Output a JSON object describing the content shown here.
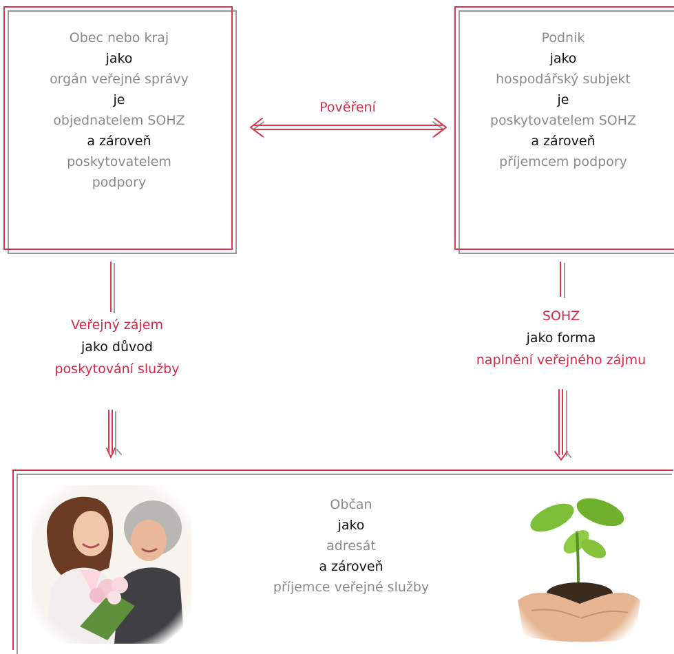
{
  "left_box": {
    "lines": [
      {
        "text": "Obec nebo kraj",
        "tone": "g"
      },
      {
        "text": "jako",
        "tone": "k"
      },
      {
        "text": "orgán veřejné správy",
        "tone": "g"
      },
      {
        "text": "je",
        "tone": "k"
      },
      {
        "text": "objednatelem SOHZ",
        "tone": "g"
      },
      {
        "text": "a zároveň",
        "tone": "k"
      },
      {
        "text": "poskytovatelem",
        "tone": "g"
      },
      {
        "text": "podpory",
        "tone": "g"
      }
    ]
  },
  "right_box": {
    "lines": [
      {
        "text": "Podnik",
        "tone": "g"
      },
      {
        "text": "jako",
        "tone": "k"
      },
      {
        "text": "hospodářský subjekt",
        "tone": "g"
      },
      {
        "text": "je",
        "tone": "k"
      },
      {
        "text": "poskytovatelem SOHZ",
        "tone": "g"
      },
      {
        "text": "a zároveň",
        "tone": "k"
      },
      {
        "text": "příjemcem podpory",
        "tone": "g"
      }
    ]
  },
  "middle_arrow_label": "Pověření",
  "left_label": {
    "lines": [
      {
        "text": "Veřejný zájem",
        "tone": "r"
      },
      {
        "text": "jako důvod",
        "tone": "k"
      },
      {
        "text": "poskytování služby",
        "tone": "r"
      }
    ]
  },
  "right_label": {
    "lines": [
      {
        "text": "SOHZ",
        "tone": "r"
      },
      {
        "text": "jako forma",
        "tone": "k"
      },
      {
        "text": "naplnění veřejného zájmu",
        "tone": "r"
      }
    ]
  },
  "bottom_box": {
    "lines": [
      {
        "text": "Občan",
        "tone": "g"
      },
      {
        "text": "jako",
        "tone": "k"
      },
      {
        "text": "adresát",
        "tone": "g"
      },
      {
        "text": "a zároveň",
        "tone": "k"
      },
      {
        "text": "příjemce veřejné služby",
        "tone": "g"
      }
    ]
  },
  "images": {
    "left": "photo-two-women-with-flowers",
    "right": "photo-hands-holding-seedling"
  },
  "colors": {
    "red": "#d9374f",
    "gray": "#9a9a9a",
    "text_gray": "#8a8a8a",
    "text_black": "#111111",
    "text_red": "#d42a48"
  }
}
